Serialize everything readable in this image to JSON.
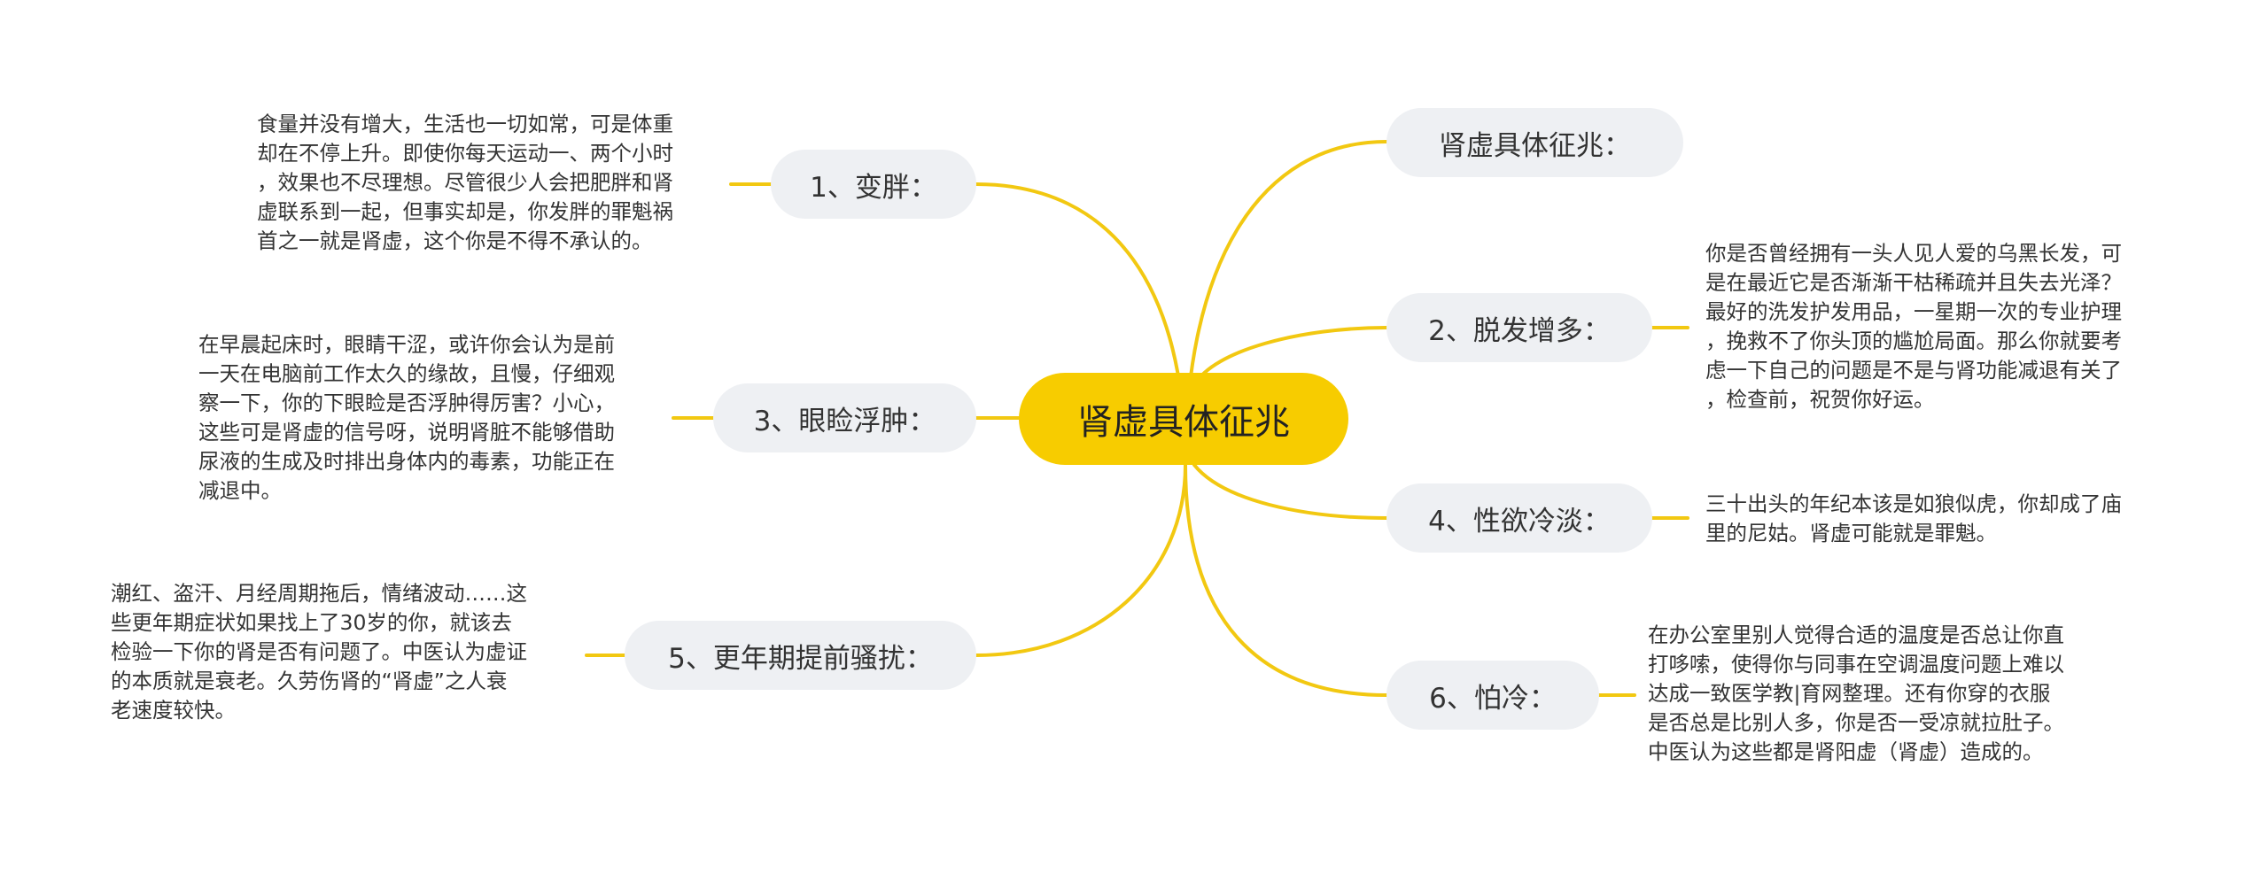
{
  "colors": {
    "connector": "#f2c811",
    "central_fill": "#f7cc00",
    "branch_fill": "#eef0f3"
  },
  "mindmap": {
    "central": "肾虚具体征兆",
    "branches": [
      {
        "id": "b0",
        "label": "肾虚具体征兆："
      },
      {
        "id": "b1",
        "label": "1、变胖：",
        "detail": [
          "食量并没有增大，生活也一切如常，可是体重",
          "却在不停上升。即使你每天运动一、两个小时",
          "，效果也不尽理想。尽管很少人会把肥胖和肾",
          "虚联系到一起，但事实却是，你发胖的罪魁祸",
          "首之一就是肾虚，这个你是不得不承认的。"
        ]
      },
      {
        "id": "b2",
        "label": "2、脱发增多：",
        "detail": [
          "你是否曾经拥有一头人见人爱的乌黑长发，可",
          "是在最近它是否渐渐干枯稀疏并且失去光泽？",
          "最好的洗发护发用品，一星期一次的专业护理",
          "，挽救不了你头顶的尴尬局面。那么你就要考",
          "虑一下自己的问题是不是与肾功能减退有关了",
          "，检查前，祝贺你好运。"
        ]
      },
      {
        "id": "b3",
        "label": "3、眼睑浮肿：",
        "detail": [
          "在早晨起床时，眼睛干涩，或许你会认为是前",
          "一天在电脑前工作太久的缘故，且慢，仔细观",
          "察一下，你的下眼睑是否浮肿得厉害？小心，",
          "这些可是肾虚的信号呀，说明肾脏不能够借助",
          "尿液的生成及时排出身体内的毒素，功能正在",
          "减退中。"
        ]
      },
      {
        "id": "b4",
        "label": "4、性欲冷淡：",
        "detail": [
          "三十出头的年纪本该是如狼似虎，你却成了庙",
          "里的尼姑。肾虚可能就是罪魁。"
        ]
      },
      {
        "id": "b5",
        "label": "5、更年期提前骚扰：",
        "detail": [
          "潮红、盗汗、月经周期拖后，情绪波动……这",
          "些更年期症状如果找上了30岁的你，就该去",
          "检验一下你的肾是否有问题了。中医认为虚证",
          "的本质就是衰老。久劳伤肾的“肾虚”之人衰",
          "老速度较快。"
        ]
      },
      {
        "id": "b6",
        "label": "6、怕冷：",
        "detail": [
          "在办公室里别人觉得合适的温度是否总让你直",
          "打哆嗦，使得你与同事在空调温度问题上难以",
          "达成一致医学教|育网整理。还有你穿的衣服",
          "是否总是比别人多，你是否一受凉就拉肚子。",
          "中医认为这些都是肾阳虚（肾虚）造成的。"
        ]
      }
    ]
  }
}
